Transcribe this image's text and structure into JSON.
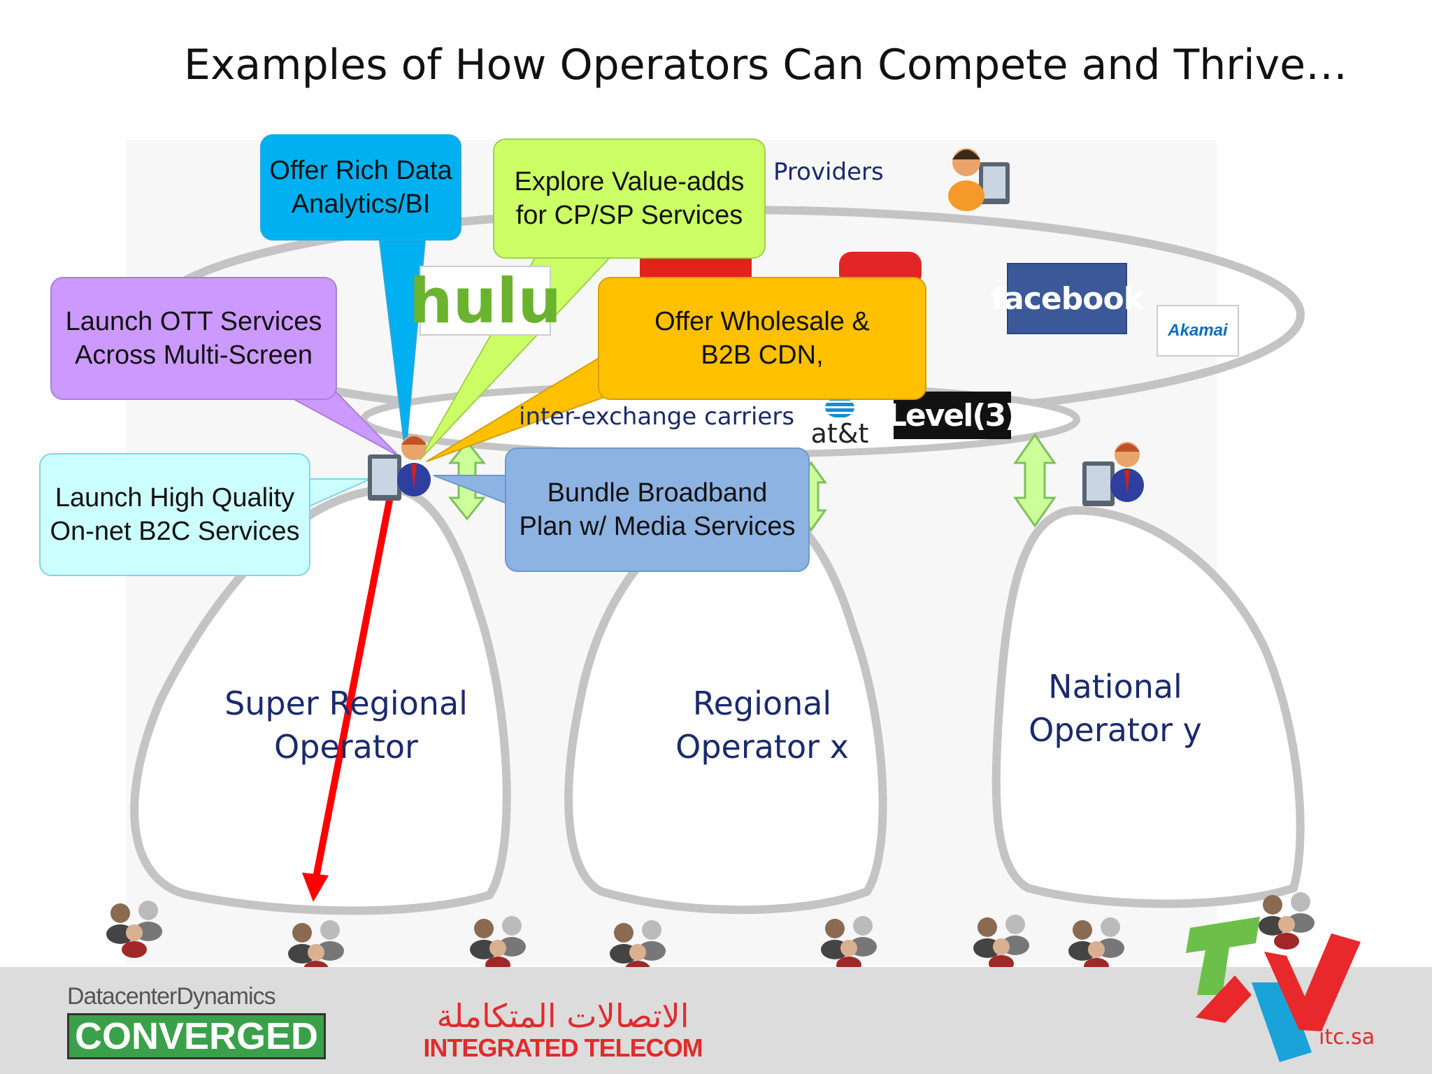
{
  "title": "Examples of How Operators Can Compete and Thrive…",
  "labels": {
    "providers": "Providers",
    "interexchange": "inter-exchange carriers"
  },
  "operators": {
    "super_regional": [
      "Super Regional",
      "Operator"
    ],
    "regional": [
      "Regional",
      "Operator x"
    ],
    "national": [
      "National",
      "Operator y"
    ]
  },
  "callouts": {
    "rich_data": [
      "Offer Rich Data",
      "Analytics/BI"
    ],
    "value_adds": [
      "Explore Value-adds",
      "for CP/SP Services"
    ],
    "ott": [
      "Launch OTT Services",
      "Across Multi-Screen"
    ],
    "wholesale": [
      "Offer Wholesale &",
      "B2B CDN,"
    ],
    "b2c": [
      "Launch High Quality",
      "On-net B2C Services"
    ],
    "bundle": [
      "Bundle Broadband",
      "Plan w/ Media Services"
    ]
  },
  "logos": {
    "hulu": "hulu",
    "facebook": "facebook",
    "akamai": "Akamai",
    "att": "at&t",
    "level3": "Level(3)"
  },
  "footer": {
    "dcd_top": "DatacenterDynamics",
    "dcd_bottom": "CONVERGED",
    "it_arabic": "الاتصالات المتكاملة",
    "it_english": "INTEGRATED TELECOM",
    "site": "itc.sa"
  },
  "colors": {
    "rich_data": "#00b0f0",
    "value_adds": "#ccff66",
    "ott": "#cc99ff",
    "wholesale": "#ffc000",
    "b2c": "#ccffff",
    "bundle": "#8db3e2",
    "arrow": "#ff0000",
    "operator_text": "#1a2a6c"
  }
}
